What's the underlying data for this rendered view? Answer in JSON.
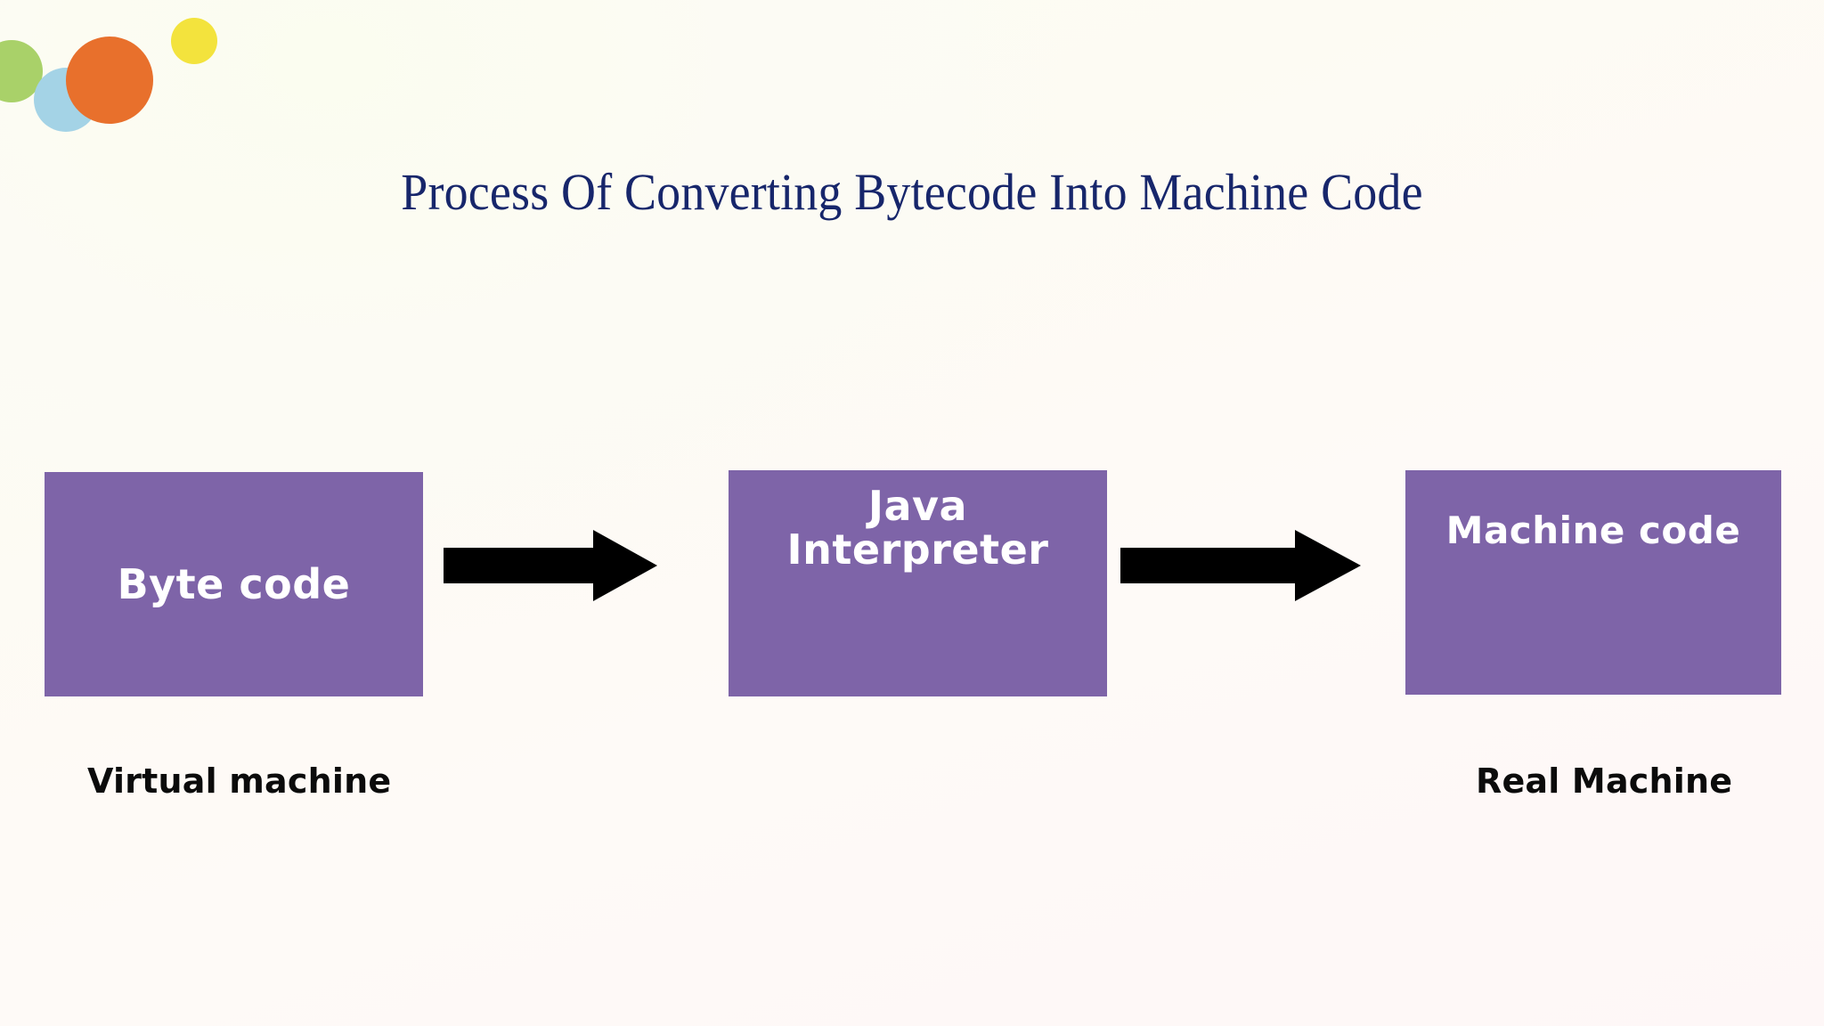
{
  "slide": {
    "title": "Process Of Converting Bytecode Into Machine Code",
    "background_top_color": "#fcfdf2",
    "background_bottom_color": "#fef7f7",
    "title_color": "#17266b"
  },
  "decorations": {
    "circles": [
      {
        "name": "green-circle",
        "color": "#a9d169"
      },
      {
        "name": "blue-circle",
        "color": "#a4d3e6"
      },
      {
        "name": "orange-circle",
        "color": "#e8702c"
      },
      {
        "name": "yellow-circle",
        "color": "#f3e33d"
      }
    ]
  },
  "diagram": {
    "box_color": "#7e64a8",
    "box_text_color": "#ffffff",
    "arrow_color": "#000000",
    "boxes": [
      {
        "id": "bytecode",
        "label": "Byte code",
        "line1": "Byte code",
        "line2": ""
      },
      {
        "id": "interpreter",
        "label": "Java Interpreter",
        "line1": "Java",
        "line2": "Interpreter"
      },
      {
        "id": "machinecode",
        "label": "Machine code",
        "line1": "Machine code",
        "line2": ""
      }
    ],
    "arrows": [
      {
        "id": "arrow-1",
        "from": "bytecode",
        "to": "interpreter",
        "direction": "right"
      },
      {
        "id": "arrow-2",
        "from": "interpreter",
        "to": "machinecode",
        "direction": "right"
      }
    ],
    "captions": [
      {
        "id": "virtual",
        "label": "Virtual machine"
      },
      {
        "id": "real",
        "label": "Real Machine"
      }
    ]
  }
}
